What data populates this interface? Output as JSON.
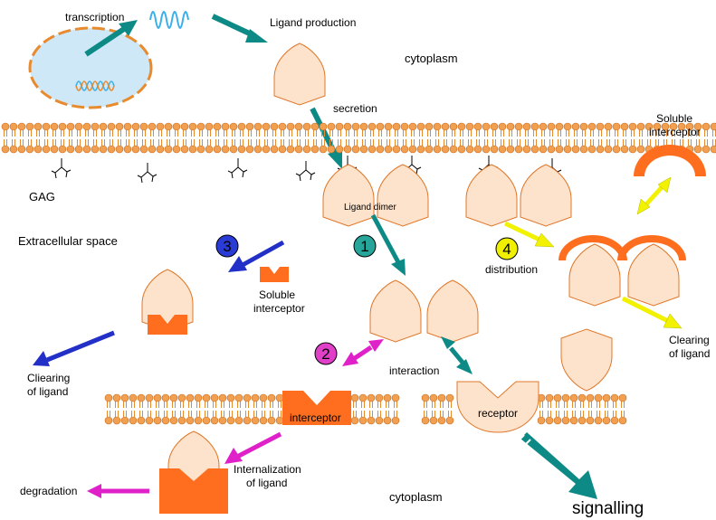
{
  "labels": {
    "transcription": "transcription",
    "ligand_production": "Ligand production",
    "cytoplasm_top": "cytoplasm",
    "secretion": "secretion",
    "gag": "GAG",
    "ligand_dimer": "Ligand dimer",
    "extracellular_space": "Extracellular space",
    "soluble_interceptor_left_1": "Soluble",
    "soluble_interceptor_left_2": "interceptor",
    "soluble_interceptor_right_1": "Soluble",
    "soluble_interceptor_right_2": "interceptor",
    "distribution": "distribution",
    "clearing_left_1": "Cliearing",
    "clearing_left_2": "of ligand",
    "clearing_right_1": "Clearing",
    "clearing_right_2": "of ligand",
    "interaction": "interaction",
    "interceptor": "interceptor",
    "receptor": "receptor",
    "internalization_1": "Internalization",
    "internalization_2": "of ligand",
    "degradation": "degradation",
    "cytoplasm_bottom": "cytoplasm",
    "signalling": "signalling"
  },
  "steps": [
    {
      "number": "1",
      "color": "#26a69a"
    },
    {
      "number": "2",
      "color": "#e040c8"
    },
    {
      "number": "3",
      "color": "#2b3bd6"
    },
    {
      "number": "4",
      "color": "#f0f000"
    }
  ],
  "colors": {
    "ligand_fill": "#fde2cc",
    "ligand_stroke": "#e0782a",
    "membrane": "#e88a2e",
    "interceptor": "#ff6e1f",
    "teal_arrow": "#0e8a86",
    "blue_arrow": "#2230c8",
    "magenta_arrow": "#e020c8",
    "yellow_arrow": "#f2f200",
    "nucleus_fill": "#cfe8f7",
    "dna_blue": "#3ab0e8"
  }
}
